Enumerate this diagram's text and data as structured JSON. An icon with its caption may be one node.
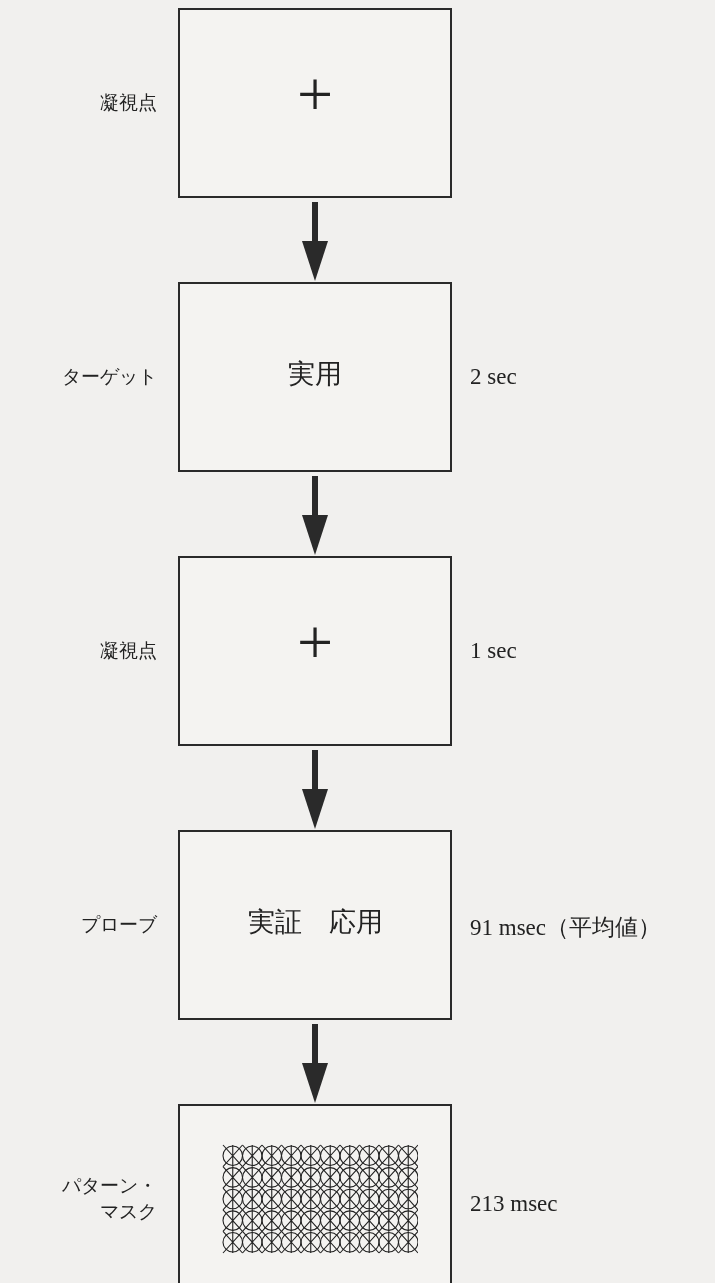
{
  "diagram": {
    "nodes": [
      {
        "text": [
          "凝視点",
          "+"
        ]
      },
      {
        "text": [
          "ターゲット",
          "実用"
        ],
        "beside": [
          "2 sec"
        ]
      },
      {
        "text": [
          "凝視点",
          "+"
        ],
        "beside": [
          "1 sec"
        ]
      },
      {
        "text": [
          "プローブ",
          "実証　応用"
        ],
        "beside": [
          "91 msec（平均値）"
        ]
      },
      {
        "text": [
          "パターン・マスク"
        ],
        "beside": [
          "213 msec"
        ]
      }
    ],
    "edges": [
      {
        "from": 0,
        "to": 1,
        "arrow": "to"
      },
      {
        "from": 1,
        "to": 2,
        "arrow": "to"
      },
      {
        "from": 2,
        "to": 3,
        "arrow": "to"
      },
      {
        "from": 3,
        "to": 4,
        "arrow": "to"
      }
    ]
  }
}
